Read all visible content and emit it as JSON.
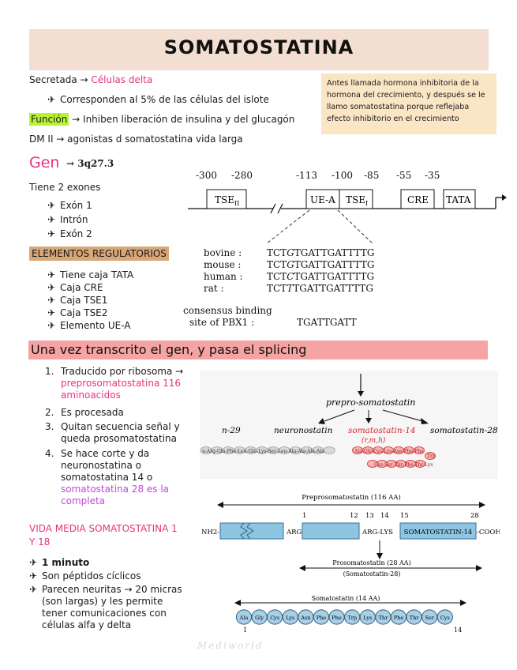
{
  "title": "SOMATOSTATINA",
  "intro": {
    "secretada_prefix": "Secretada →",
    "secretada_value": "Células delta",
    "corresponden": "Corresponden al 5% de las células del islote",
    "funcion_label": "Función",
    "funcion_text": "→ Inhiben liberación de insulina y del glucagón",
    "dm": "DM II → agonistas d somatostatina vida larga"
  },
  "note": {
    "lines": [
      "Antes llamada hormona inhibitoria de la",
      "hormona del crecimiento, y después se le",
      "llamo somatostatina porque reflejaba",
      "efecto inhibitorio en el crecimiento"
    ]
  },
  "gen": {
    "label": "Gen",
    "locus": "→ 3q27.3",
    "exones": "Tiene 2 exones",
    "items": [
      "Exón 1",
      "Intrón",
      "Exón 2"
    ]
  },
  "regulatorios": {
    "header": "ELEMENTOS REGULATORIOS",
    "items": [
      "Tiene caja TATA",
      "Caja CRE",
      "Caja TSE1",
      "Caja TSE2",
      "Elemento UE-A"
    ]
  },
  "gene_diagram": {
    "positions": [
      "-300",
      "-280",
      "-113",
      "-100",
      "-85",
      "-55",
      "-35"
    ],
    "boxes": [
      "TSE",
      "UE-A",
      "TSE",
      "CRE",
      "TATA"
    ],
    "box_subs": [
      "II",
      "",
      "I",
      "",
      ""
    ],
    "species": [
      "bovine :",
      "mouse :",
      "human :",
      "rat :"
    ],
    "sequences": [
      {
        "a": "TCT",
        "b": "G",
        "c": "TGATTGATTTTG"
      },
      {
        "a": "TCT",
        "b": "G",
        "c": "TGATTGATTTTG"
      },
      {
        "a": "TCT",
        "b": "C",
        "c": "TGATTGATTTTG"
      },
      {
        "a": "TCT",
        "b": "T",
        "c": "TGATTGATTTTG"
      }
    ],
    "consensus_label_1": "consensus binding",
    "consensus_label_2": "site of PBX1 :",
    "consensus_seq": "TGATTGATT"
  },
  "splicing": {
    "header": "Una vez transcrito el gen, y pasa el splicing",
    "steps": [
      {
        "n": "1.",
        "lines": [
          "Traducido por ribosoma →"
        ],
        "pink": [
          "preprosomatostatina 116",
          "aminoacidos"
        ]
      },
      {
        "n": "2.",
        "lines": [
          "Es procesada"
        ]
      },
      {
        "n": "3.",
        "lines": [
          "Quitan secuencia señal y",
          "queda prosomatostatina"
        ]
      },
      {
        "n": "4.",
        "lines": [
          "Se hace corte y da",
          "neuronostatina o",
          "somatostatina 14 o"
        ],
        "violet": [
          "somatostatina 28 es la",
          "completa"
        ]
      }
    ],
    "vida_media": [
      "VIDA MEDIA SOMATOSTATINA 1",
      "Y 18"
    ],
    "bullets": [
      [
        "1 minuto"
      ],
      [
        "Son péptidos cíclicos"
      ],
      [
        "Parecen neuritas → 20 micras",
        "(son largas) y les permite",
        "tener comunicaciones con",
        "células alfa y delta"
      ]
    ]
  },
  "figure2": {
    "top": "prepro-somatostatin",
    "left_cut": "n-29",
    "neuronostatin": "neuronostatin",
    "sst14": "somatostatin-14",
    "sst14_sub": "(r,m,h)",
    "sst28": "somatostatin-28",
    "seq_left": "u-Arg-Gln-Phe-Leu-Gln-Lys-Ser-Leu-Ala-Ala-Ala-Ala",
    "seq_mid_top": "Ala-Gly-Cys-Lys-Asn-Phe-Phe",
    "seq_mid_bot": "Cys-Ser-Thr-Phe-Thr-Lys",
    "seq_trp": "Trp"
  },
  "figure3": {
    "prepro": "Preprosomatostatin (116 AA)",
    "nums": [
      "1",
      "12",
      "13",
      "14",
      "15",
      "28"
    ],
    "nh2": "NH2-",
    "arg": "ARG",
    "arglys": "ARG-LYS",
    "sst14_box": "SOMATOSTATIN-14",
    "cooh": "-COOH",
    "pro": "Prosomatostatin (28 AA)",
    "pro_sub": "(Somatostatin-28)",
    "sst": "Somatostatin (14 AA)",
    "residues": [
      "Ala",
      "Gly",
      "Cys",
      "Lys",
      "Asn",
      "Phe",
      "Phe",
      "Trp",
      "Lys",
      "Thr",
      "Phe",
      "Thr",
      "Ser",
      "Cys"
    ],
    "res_first": "1",
    "res_last": "14"
  },
  "signature": "Mediworld"
}
